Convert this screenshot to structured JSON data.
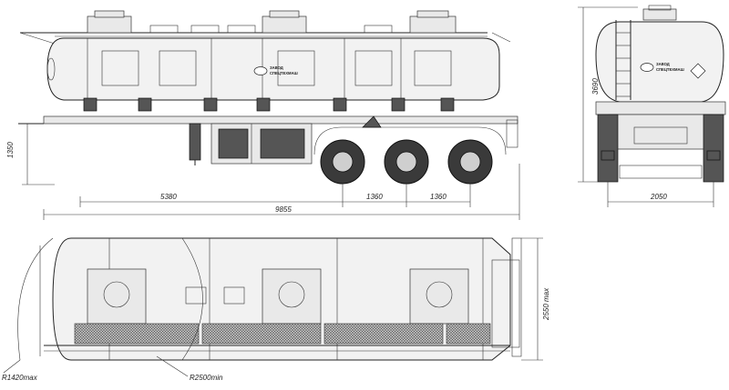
{
  "side_view": {
    "dimensions": {
      "height": "1350",
      "front_to_axle": "5380",
      "axle_spacing_1": "1360",
      "axle_spacing_2": "1360",
      "overall_length": "9855"
    },
    "logo": {
      "line1": "ЗАВОД",
      "line2": "СПЕЦТЕХМАШ"
    }
  },
  "rear_view": {
    "dimensions": {
      "height": "3690",
      "track": "2050"
    },
    "logo": {
      "line1": "ЗАВОД",
      "line2": "СПЕЦТЕХМАШ"
    }
  },
  "top_view": {
    "dimensions": {
      "width": "2550 max",
      "front_radius": "R1420max",
      "turn_radius": "R2500min"
    }
  }
}
